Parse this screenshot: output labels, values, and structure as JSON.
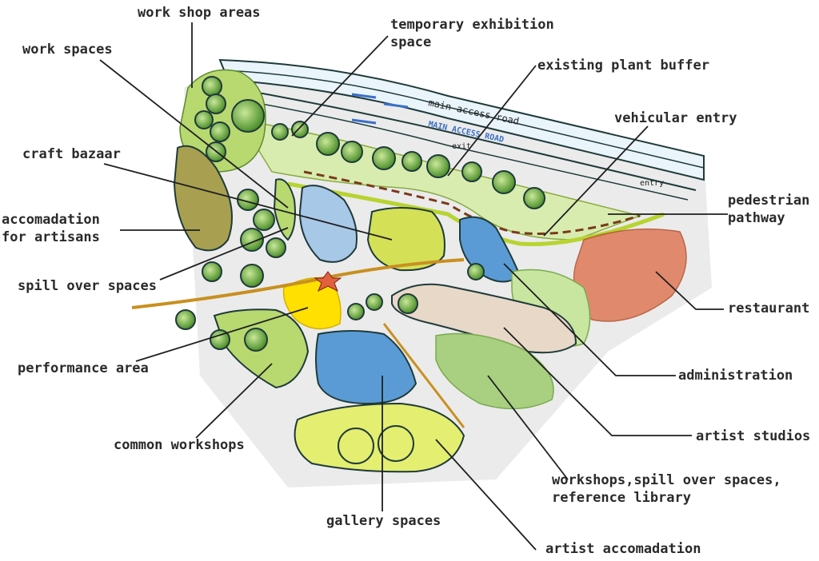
{
  "labels": {
    "work_shop_areas": "work shop areas",
    "temporary_exhibition_space": "temporary exhibition\nspace",
    "work_spaces": "work spaces",
    "existing_plant_buffer": "existing plant buffer",
    "vehicular_entry": "vehicular entry",
    "craft_bazaar": "craft bazaar",
    "pedestrian_pathway": "pedestrian\npathway",
    "accomadation_for_artisans": "accomadation\nfor artisans",
    "spill_over_spaces": "spill over spaces",
    "restaurant": "restaurant",
    "performance_area": "performance area",
    "administration": "administration",
    "artist_studios": "artist studios",
    "common_workshops": "common workshops",
    "workshops_reference_library": "workshops,spill over spaces,\nreference library",
    "gallery_spaces": "gallery spaces",
    "artist_accomadation": "artist accomadation"
  },
  "map_text": {
    "main_access_road": "main access road",
    "main_access_road_2": "MAIN ACCESS ROAD",
    "entry_vehicle": "entry",
    "entry_exit": "exit"
  },
  "colors": {
    "green": "#8cc63f",
    "light_green": "#c8e6a0",
    "yellow_green": "#d4e157",
    "blue": "#5a9bd5",
    "light_blue": "#a8c8e8",
    "red": "#e06040",
    "yellow": "#ffe000",
    "outline": "#1f3a3a",
    "path_orange": "#c89020"
  }
}
